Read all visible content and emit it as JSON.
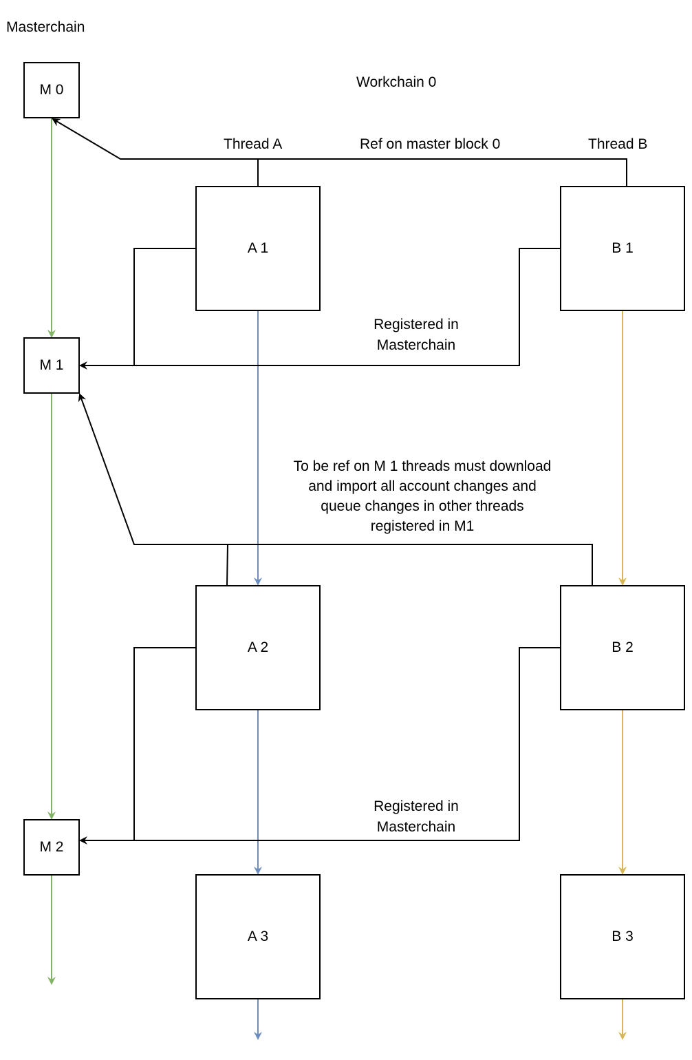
{
  "labels": {
    "masterchain": "Masterchain",
    "workchain": "Workchain 0",
    "thread_a": "Thread A",
    "thread_b": "Thread B",
    "ref_master": "Ref on master block 0",
    "registered_1": "Registered in\nMasterchain",
    "registered_2": "Registered in\nMasterchain",
    "download_note": "To be ref on M 1 threads must download\nand import all account changes and\nqueue changes in other threads\nregistered in M1"
  },
  "blocks": {
    "m0": "M 0",
    "m1": "M 1",
    "m2": "M 2",
    "a1": "A 1",
    "a2": "A 2",
    "a3": "A 3",
    "b1": "B 1",
    "b2": "B 2",
    "b3": "B 3"
  },
  "colors": {
    "masterchain_arrow": "#82b366",
    "thread_a_arrow": "#6c8ebf",
    "thread_b_arrow": "#d6b656",
    "reference_line": "#000000"
  }
}
